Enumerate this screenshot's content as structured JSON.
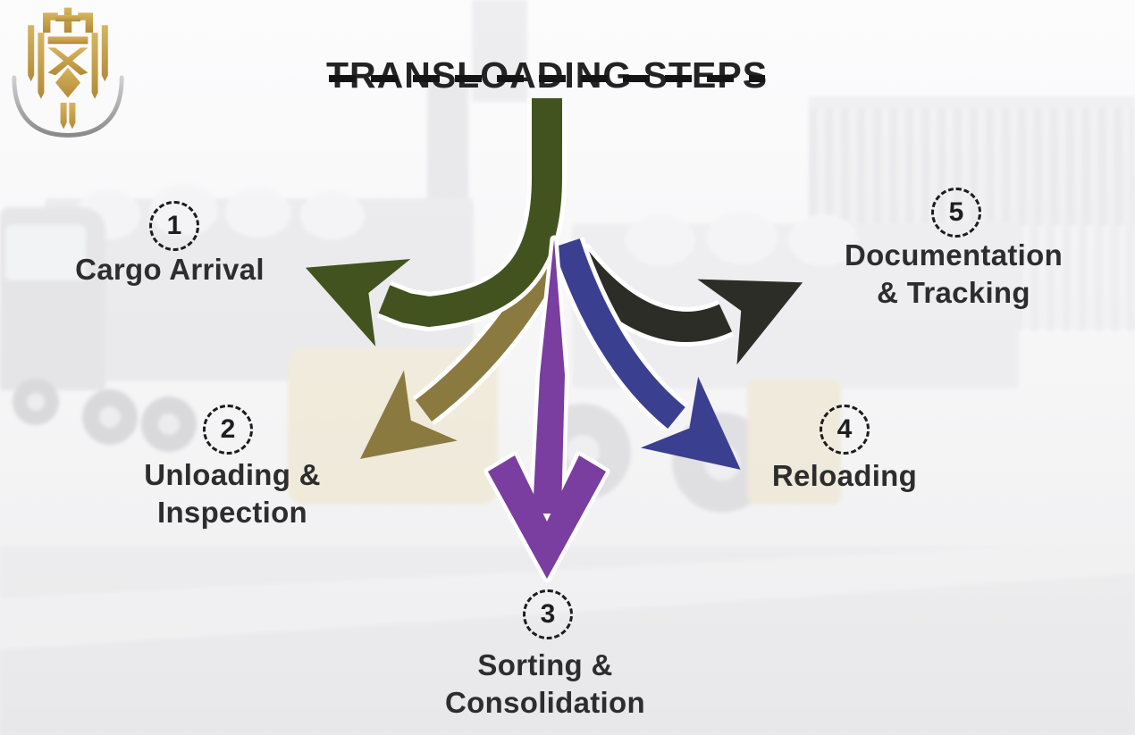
{
  "title": {
    "text": "TRANSLOADING STEPS"
  },
  "logo": {
    "icon_name": "gold-lion-crest-logo"
  },
  "background": {
    "description": "faded photo of a truck loaded with cargo bags, forklift and shipping containers"
  },
  "steps": [
    {
      "number": "1",
      "lines": [
        "Cargo Arrival"
      ],
      "color": "#42531f"
    },
    {
      "number": "2",
      "lines": [
        "Unloading &",
        "Inspection"
      ],
      "color": "#8a7a40"
    },
    {
      "number": "3",
      "lines": [
        "Sorting &",
        "Consolidation"
      ],
      "color": "#7a3da0"
    },
    {
      "number": "4",
      "lines": [
        "Reloading"
      ],
      "color": "#3b3f8f"
    },
    {
      "number": "5",
      "lines": [
        "Documentation",
        "& Tracking"
      ],
      "color": "#2d2d28"
    }
  ],
  "colors": {
    "text_dark": "#232323",
    "dash_line": "#141414"
  }
}
